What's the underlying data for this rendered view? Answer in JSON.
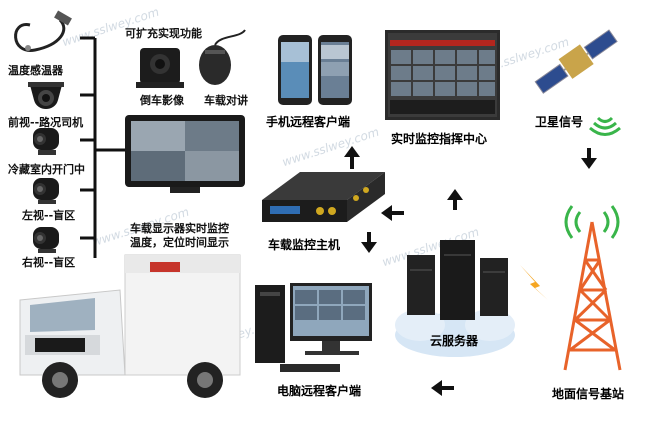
{
  "labels": {
    "expandable": "可扩充实现功能",
    "temp_sensor": "温度感温器",
    "front_cam": "前视--路况司机",
    "cold_cam": "冷藏室内开门中",
    "left_cam": "左视--盲区",
    "right_cam": "右视--盲区",
    "reverse_cam": "倒车影像",
    "intercom": "车载对讲",
    "mobile_client": "手机远程客户端",
    "monitor_center": "实时监控指挥中心",
    "satellite": "卫星信号",
    "display_note_1": "车载显示器实时监控",
    "display_note_2": "温度，定位时间显示",
    "host": "车载监控主机",
    "cloud": "云服务器",
    "pc_client": "电脑远程客户端",
    "base_station": "地面信号基站"
  },
  "watermark": "www.sslwey.com",
  "colors": {
    "bracket": "#111111",
    "arrow": "#111111",
    "tower": "#e8632a",
    "signal_green": "#39b54a",
    "lightning": "#f5a623"
  }
}
